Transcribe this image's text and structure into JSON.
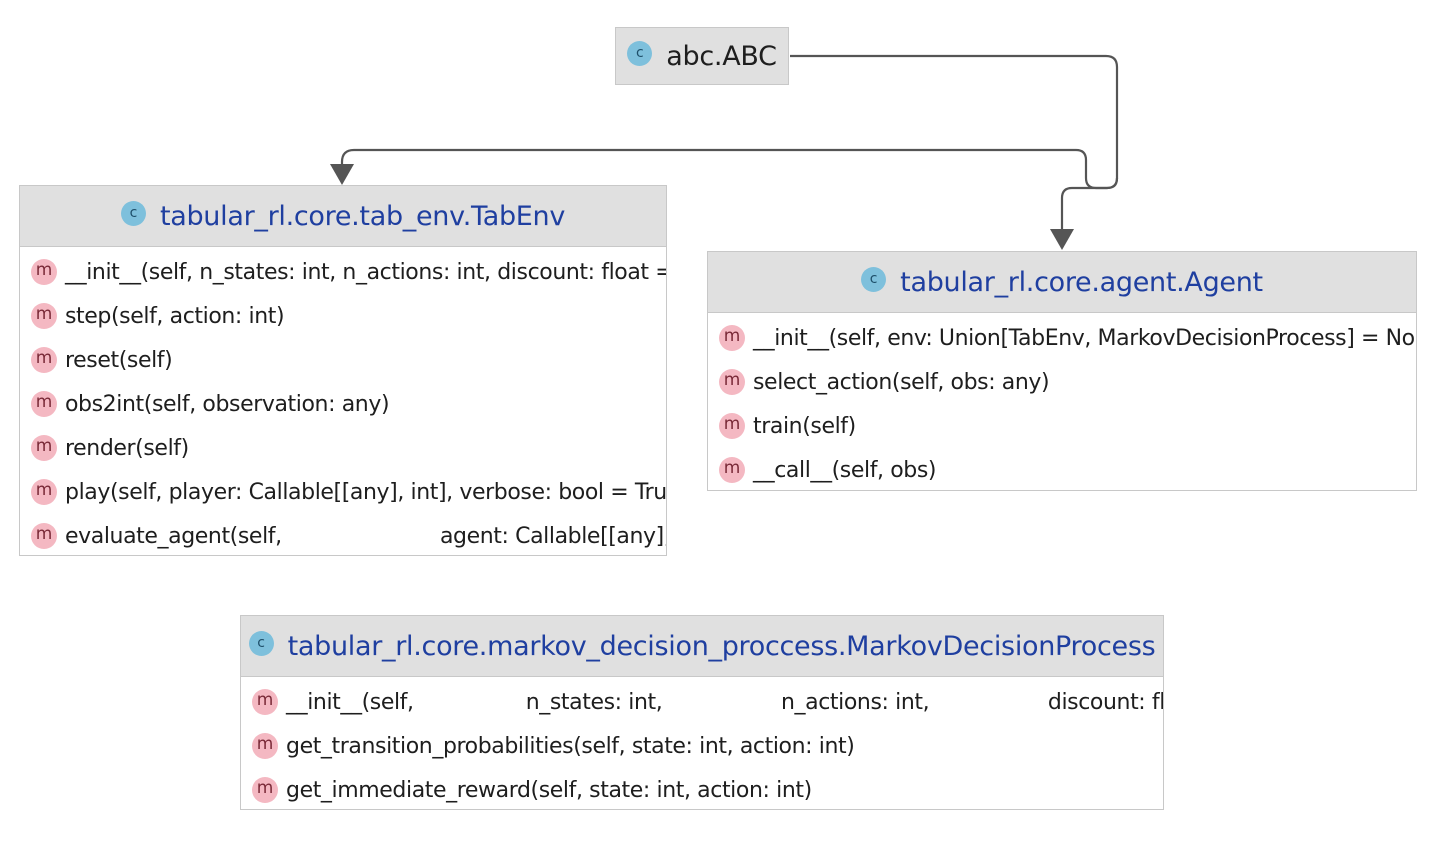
{
  "classes": {
    "abc": {
      "title": "abc.ABC",
      "icon": "c"
    },
    "tabenv": {
      "title": "tabular_rl.core.tab_env.TabEnv",
      "icon": "c",
      "methods": [
        {
          "icon": "m",
          "text": "__init__(self, n_states: int, n_actions: int, discount: float ="
        },
        {
          "icon": "m",
          "text": "step(self, action: int)"
        },
        {
          "icon": "m",
          "text": "reset(self)"
        },
        {
          "icon": "m",
          "text": "obs2int(self, observation: any)"
        },
        {
          "icon": "m",
          "text": "render(self)"
        },
        {
          "icon": "m",
          "text": "play(self, player: Callable[[any], int], verbose: bool = True"
        },
        {
          "icon": "m",
          "text": "evaluate_agent(self,                        agent: Callable[[any],"
        }
      ]
    },
    "agent": {
      "title": "tabular_rl.core.agent.Agent",
      "icon": "c",
      "methods": [
        {
          "icon": "m",
          "text": "__init__(self, env: Union[TabEnv, MarkovDecisionProcess] = No"
        },
        {
          "icon": "m",
          "text": "select_action(self, obs: any)"
        },
        {
          "icon": "m",
          "text": "train(self)"
        },
        {
          "icon": "m",
          "text": "__call__(self, obs)"
        }
      ]
    },
    "mdp": {
      "title": "tabular_rl.core.markov_decision_proccess.MarkovDecisionProcess",
      "icon": "c",
      "methods": [
        {
          "icon": "m",
          "text": "__init__(self,                 n_states: int,                  n_actions: int,                  discount: flo"
        },
        {
          "icon": "m",
          "text": "get_transition_probabilities(self, state: int, action: int)"
        },
        {
          "icon": "m",
          "text": "get_immediate_reward(self, state: int, action: int)"
        }
      ]
    }
  },
  "colors": {
    "header_bg": "#e0e0e0",
    "class_title": "#1f3fa0",
    "class_icon": "#7ec0dc",
    "method_icon": "#f4b8c2",
    "arrow": "#555555"
  }
}
